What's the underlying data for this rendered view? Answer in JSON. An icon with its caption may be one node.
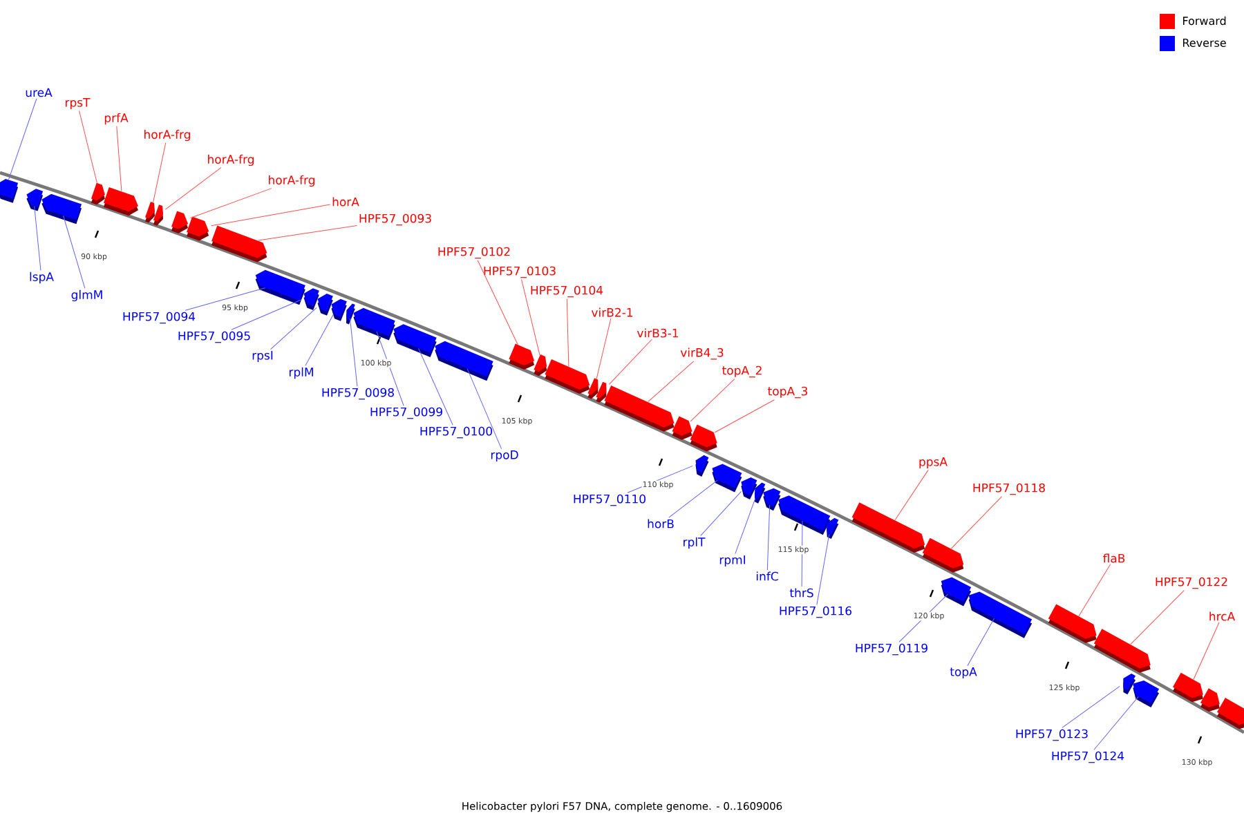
{
  "diagram": {
    "caption": "Helicobacter pylori F57 DNA, complete genome. - 0..1609006",
    "nodes": [
      {
        "text": [
          "ureA"
        ]
      },
      {
        "text": [
          "lspA"
        ]
      },
      {
        "text": [
          "glmM"
        ]
      },
      {
        "text": [
          "rpsT"
        ]
      },
      {
        "text": [
          "prfA"
        ]
      },
      {
        "text": [
          "horA-frg"
        ]
      },
      {
        "text": [
          "horA-frg"
        ]
      },
      {
        "text": [
          "horA-frg"
        ]
      },
      {
        "text": [
          "horA"
        ]
      },
      {
        "text": [
          "HPF57_0093"
        ]
      },
      {
        "text": [
          "HPF57_0094"
        ]
      },
      {
        "text": [
          "HPF57_0095"
        ]
      },
      {
        "text": [
          "rpsI"
        ]
      },
      {
        "text": [
          "rplM"
        ]
      },
      {
        "text": [
          "HPF57_0098"
        ]
      },
      {
        "text": [
          "HPF57_0099"
        ]
      },
      {
        "text": [
          "HPF57_0100"
        ]
      },
      {
        "text": [
          "rpoD"
        ]
      },
      {
        "text": [
          "HPF57_0102"
        ]
      },
      {
        "text": [
          "HPF57_0103"
        ]
      },
      {
        "text": [
          "HPF57_0104"
        ]
      },
      {
        "text": [
          "virB2-1"
        ]
      },
      {
        "text": [
          "virB3-1"
        ]
      },
      {
        "text": [
          "virB4_3"
        ]
      },
      {
        "text": [
          "topA_2"
        ]
      },
      {
        "text": [
          "topA_3"
        ]
      },
      {
        "text": [
          "HPF57_0110"
        ]
      },
      {
        "text": [
          "horB"
        ]
      },
      {
        "text": [
          "rplT"
        ]
      },
      {
        "text": [
          "rpmI"
        ]
      },
      {
        "text": [
          "infC"
        ]
      },
      {
        "text": [
          "thrS"
        ]
      },
      {
        "text": [
          "HPF57_0116"
        ]
      },
      {
        "text": [
          "ppsA"
        ]
      },
      {
        "text": [
          "HPF57_0118"
        ]
      },
      {
        "text": [
          "HPF57_0119"
        ]
      },
      {
        "text": [
          "topA"
        ]
      },
      {
        "text": [
          "flaB"
        ]
      },
      {
        "text": [
          "HPF57_0122"
        ]
      },
      {
        "text": [
          "hrcA"
        ]
      },
      {
        "text": [
          "HPF57_0123"
        ]
      },
      {
        "text": [
          "HPF57_0124"
        ]
      },
      {
        "text": [],
        "shape": "arrow"
      },
      {
        "text": [],
        "shape": "arrow"
      },
      {
        "text": [],
        "shape": "arrow"
      },
      {
        "text": [],
        "shape": "arrow"
      },
      {
        "text": [],
        "shape": "arrow"
      },
      {
        "text": [],
        "shape": "arrow"
      },
      {
        "text": [],
        "shape": "arrow"
      },
      {
        "text": [],
        "shape": "arrow"
      },
      {
        "text": [],
        "shape": "arrow"
      },
      {
        "text": [],
        "shape": "arrow"
      },
      {
        "text": [],
        "shape": "arrow"
      },
      {
        "text": [],
        "shape": "arrow"
      },
      {
        "text": [],
        "shape": "arrow"
      },
      {
        "text": [],
        "shape": "arrow"
      },
      {
        "text": [],
        "shape": "arrow"
      },
      {
        "text": [],
        "shape": "arrow"
      },
      {
        "text": [],
        "shape": "arrow"
      },
      {
        "text": [],
        "shape": "arrow"
      },
      {
        "text": [],
        "shape": "arrow"
      },
      {
        "text": [],
        "shape": "arrow"
      },
      {
        "text": [],
        "shape": "arrow"
      },
      {
        "text": [],
        "shape": "arrow"
      },
      {
        "text": [],
        "shape": "arrow"
      },
      {
        "text": [],
        "shape": "arrow"
      },
      {
        "text": [],
        "shape": "arrow"
      },
      {
        "text": [],
        "shape": "arrow"
      },
      {
        "text": [],
        "shape": "arrow"
      },
      {
        "text": [],
        "shape": "arrow"
      },
      {
        "text": [],
        "shape": "arrow"
      },
      {
        "text": [],
        "shape": "arrow"
      },
      {
        "text": [],
        "shape": "arrow"
      },
      {
        "text": [],
        "shape": "arrow"
      },
      {
        "text": [],
        "shape": "arrow"
      },
      {
        "text": [],
        "shape": "arrow"
      },
      {
        "text": [],
        "shape": "arrow"
      },
      {
        "text": [],
        "shape": "arrow"
      },
      {
        "text": [],
        "shape": "arrow"
      },
      {
        "text": [],
        "shape": "arrow"
      },
      {
        "text": [],
        "shape": "arrow"
      },
      {
        "text": [],
        "shape": "arrow"
      },
      {
        "text": [],
        "shape": "arrow"
      },
      {
        "text": [],
        "shape": "arrow"
      },
      {
        "text": [],
        "shape": "arrow"
      },
      {
        "text": [],
        "shape": "arrow"
      }
    ],
    "edges": [
      {
        "from": 0,
        "to": 42,
        "arrow": "none"
      },
      {
        "from": 1,
        "to": 43,
        "arrow": "none"
      },
      {
        "from": 2,
        "to": 44,
        "arrow": "none"
      },
      {
        "from": 3,
        "to": 45,
        "arrow": "none",
        "color": "#ff5050"
      },
      {
        "from": 4,
        "to": 46,
        "arrow": "none",
        "color": "#ff5050"
      },
      {
        "from": 5,
        "to": 47,
        "arrow": "none",
        "color": "#ff5050"
      },
      {
        "from": 6,
        "to": 48,
        "arrow": "none",
        "color": "#ff5050"
      },
      {
        "from": 7,
        "to": 49,
        "arrow": "none",
        "color": "#ff5050"
      },
      {
        "from": 8,
        "to": 50,
        "arrow": "none",
        "color": "#ff5050"
      },
      {
        "from": 9,
        "to": 51,
        "arrow": "none",
        "color": "#ff5050"
      },
      {
        "from": 10,
        "to": 52,
        "arrow": "none"
      },
      {
        "from": 11,
        "to": 53,
        "arrow": "none"
      },
      {
        "from": 12,
        "to": 54,
        "arrow": "none"
      },
      {
        "from": 13,
        "to": 55,
        "arrow": "none"
      },
      {
        "from": 14,
        "to": 56,
        "arrow": "none"
      },
      {
        "from": 15,
        "to": 57,
        "arrow": "none"
      },
      {
        "from": 16,
        "to": 58,
        "arrow": "none"
      },
      {
        "from": 17,
        "to": 59,
        "arrow": "none"
      },
      {
        "from": 18,
        "to": 60,
        "arrow": "none",
        "color": "#ff5050"
      },
      {
        "from": 19,
        "to": 61,
        "arrow": "none",
        "color": "#ff5050"
      },
      {
        "from": 20,
        "to": 62,
        "arrow": "none",
        "color": "#ff5050"
      },
      {
        "from": 21,
        "to": 63,
        "arrow": "none",
        "color": "#ff5050"
      },
      {
        "from": 22,
        "to": 64,
        "arrow": "none",
        "color": "#ff5050"
      },
      {
        "from": 23,
        "to": 65,
        "arrow": "none",
        "color": "#ff5050"
      },
      {
        "from": 24,
        "to": 66,
        "arrow": "none",
        "color": "#ff5050"
      },
      {
        "from": 25,
        "to": 67,
        "arrow": "none",
        "color": "#ff5050"
      },
      {
        "from": 26,
        "to": 68,
        "arrow": "none"
      },
      {
        "from": 27,
        "to": 69,
        "arrow": "none"
      },
      {
        "from": 28,
        "to": 70,
        "arrow": "none"
      },
      {
        "from": 29,
        "to": 71,
        "arrow": "none"
      },
      {
        "from": 30,
        "to": 72,
        "arrow": "none"
      },
      {
        "from": 31,
        "to": 73,
        "arrow": "none"
      },
      {
        "from": 32,
        "to": 74,
        "arrow": "none"
      },
      {
        "from": 33,
        "to": 75,
        "arrow": "none",
        "color": "#ff5050"
      },
      {
        "from": 34,
        "to": 76,
        "arrow": "none",
        "color": "#ff5050"
      },
      {
        "from": 35,
        "to": 77,
        "arrow": "none"
      },
      {
        "from": 36,
        "to": 78,
        "arrow": "none"
      },
      {
        "from": 37,
        "to": 79,
        "arrow": "none",
        "color": "#ff5050"
      },
      {
        "from": 38,
        "to": 80,
        "arrow": "none",
        "color": "#ff5050"
      },
      {
        "from": 39,
        "to": 83,
        "arrow": "none",
        "color": "#ff5050"
      },
      {
        "from": 40,
        "to": 81,
        "arrow": "none"
      },
      {
        "from": 41,
        "to": 82,
        "arrow": "none"
      }
    ],
    "labels": [
      "90 kbp",
      "95 kbp",
      "100 kbp",
      "105 kbp",
      "110 kbp",
      "115 kbp",
      "120 kbp",
      "125 kbp",
      "130 kbp"
    ],
    "legend": [
      {
        "text": "Forward",
        "color": "#ff0000"
      },
      {
        "text": "Reverse",
        "color": "#0000ff"
      }
    ]
  }
}
